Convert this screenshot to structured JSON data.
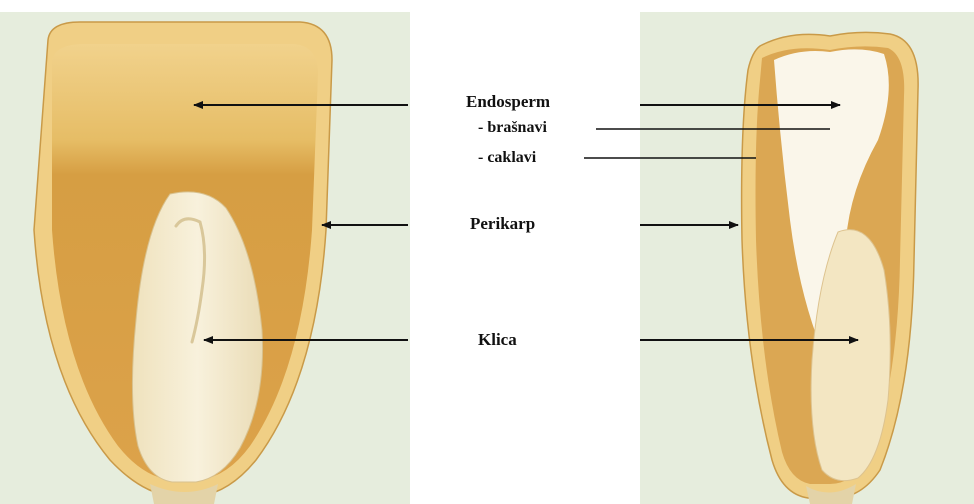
{
  "labels": {
    "endosperm": "Endosperm",
    "brasnavi": "- brašnavi",
    "caklavi": "- caklavi",
    "perikarp": "Perikarp",
    "klica": "Klica"
  },
  "colors": {
    "background_panel": "#e6eddd",
    "endosperm_horny": "#d7a145",
    "pericarp": "#f0cf85",
    "germ": "#f3ead1",
    "floury": "#faf6ea",
    "arrow": "#111111"
  }
}
